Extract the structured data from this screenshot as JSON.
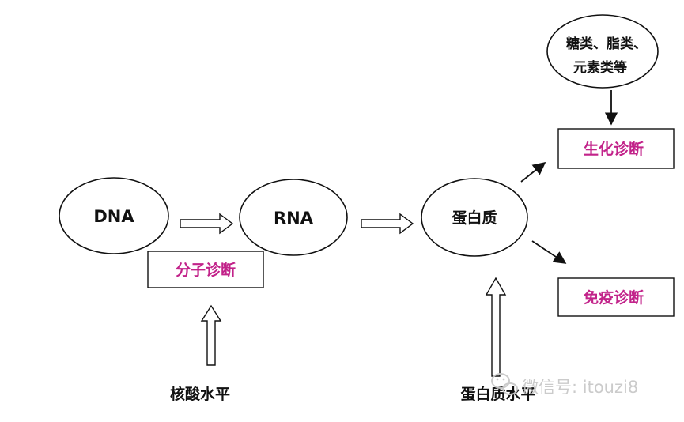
{
  "nodes": {
    "dna": "DNA",
    "rna": "RNA",
    "protein": "蛋白质",
    "other": [
      "糖类、脂类、",
      "元素类等"
    ]
  },
  "boxes": {
    "molecular": "分子诊断",
    "biochemical": "生化诊断",
    "immune": "免疫诊断"
  },
  "levels": {
    "nucleic": "核酸水平",
    "protein": "蛋白质水平"
  },
  "watermark": "微信号: itouzi8",
  "colors": {
    "diagnosis_text": "#c2238a",
    "line": "#111111",
    "watermark": "#c9c9c9"
  }
}
